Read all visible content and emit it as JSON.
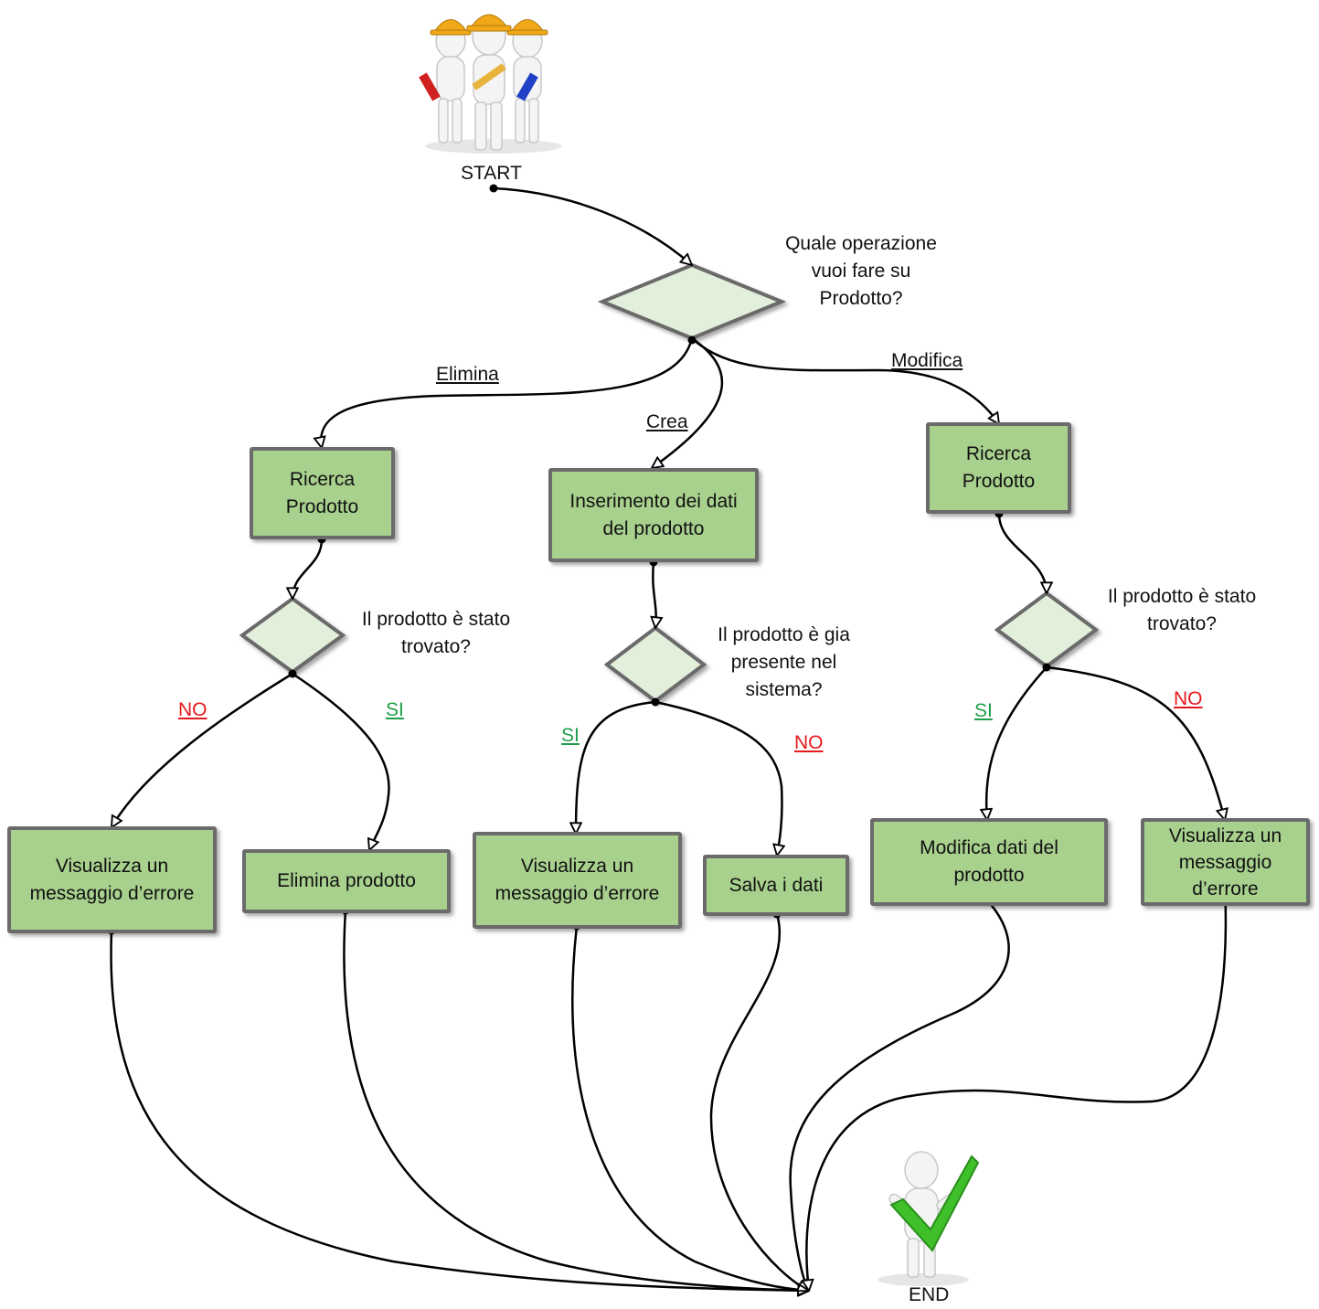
{
  "start": {
    "label": "START"
  },
  "end": {
    "label": "END"
  },
  "main_decision": {
    "question": "Quale operazione\nvuoi fare su\nProdotto?"
  },
  "branches": {
    "elimina": {
      "edge_label": "Elimina",
      "search_box": "Ricerca\nProdotto",
      "decision": "Il prodotto è stato\ntrovato?",
      "no_label": "NO",
      "si_label": "SI",
      "error_box": "Visualizza un\nmessaggio d’errore",
      "action_box": "Elimina prodotto"
    },
    "crea": {
      "edge_label": "Crea",
      "input_box": "Inserimento dei dati\ndel prodotto",
      "decision": "Il prodotto è gia\npresente nel\nsistema?",
      "si_label": "SI",
      "no_label": "NO",
      "error_box": "Visualizza un\nmessaggio d’errore",
      "action_box": "Salva i dati"
    },
    "modifica": {
      "edge_label": "Modifica",
      "search_box": "Ricerca\nProdotto",
      "decision": "Il prodotto è stato\ntrovato?",
      "si_label": "SI",
      "no_label": "NO",
      "action_box": "Modifica dati del\nprodotto",
      "error_box": "Visualizza un\nmessaggio\nd’errore"
    }
  },
  "colors": {
    "box_fill": "#a9d18e",
    "box_border": "#6b6b6b",
    "diamond_fill": "#e2efda",
    "no": "#e8191c",
    "si": "#1e9e48"
  },
  "icons": {
    "start": "workers-with-tools-icon",
    "end": "person-with-checkmark-icon"
  }
}
